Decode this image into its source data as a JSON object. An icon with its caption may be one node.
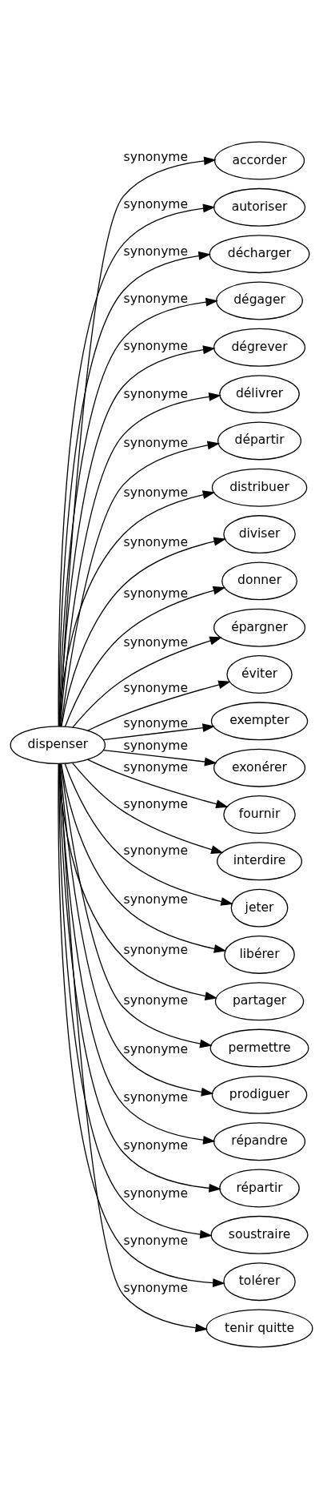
{
  "diagram": {
    "nodes": [
      {
        "text": [
          "dispenser"
        ]
      },
      {
        "text": [
          "accorder"
        ]
      },
      {
        "text": [
          "autoriser"
        ]
      },
      {
        "text": [
          "décharger"
        ]
      },
      {
        "text": [
          "dégager"
        ]
      },
      {
        "text": [
          "dégrever"
        ]
      },
      {
        "text": [
          "délivrer"
        ]
      },
      {
        "text": [
          "départir"
        ]
      },
      {
        "text": [
          "distribuer"
        ]
      },
      {
        "text": [
          "diviser"
        ]
      },
      {
        "text": [
          "donner"
        ]
      },
      {
        "text": [
          "épargner"
        ]
      },
      {
        "text": [
          "éviter"
        ]
      },
      {
        "text": [
          "exempter"
        ]
      },
      {
        "text": [
          "exonérer"
        ]
      },
      {
        "text": [
          "fournir"
        ]
      },
      {
        "text": [
          "interdire"
        ]
      },
      {
        "text": [
          "jeter"
        ]
      },
      {
        "text": [
          "libérer"
        ]
      },
      {
        "text": [
          "partager"
        ]
      },
      {
        "text": [
          "permettre"
        ]
      },
      {
        "text": [
          "prodiguer"
        ]
      },
      {
        "text": [
          "répandre"
        ]
      },
      {
        "text": [
          "répartir"
        ]
      },
      {
        "text": [
          "soustraire"
        ]
      },
      {
        "text": [
          "tolérer"
        ]
      },
      {
        "text": [
          "tenir quitte"
        ]
      }
    ],
    "edges": [
      {
        "from": 0,
        "to": 1,
        "arrow": "to",
        "label": "synonyme"
      },
      {
        "from": 0,
        "to": 2,
        "arrow": "to",
        "label": "synonyme"
      },
      {
        "from": 0,
        "to": 3,
        "arrow": "to",
        "label": "synonyme"
      },
      {
        "from": 0,
        "to": 4,
        "arrow": "to",
        "label": "synonyme"
      },
      {
        "from": 0,
        "to": 5,
        "arrow": "to",
        "label": "synonyme"
      },
      {
        "from": 0,
        "to": 6,
        "arrow": "to",
        "label": "synonyme"
      },
      {
        "from": 0,
        "to": 7,
        "arrow": "to",
        "label": "synonyme"
      },
      {
        "from": 0,
        "to": 8,
        "arrow": "to",
        "label": "synonyme"
      },
      {
        "from": 0,
        "to": 9,
        "arrow": "to",
        "label": "synonyme"
      },
      {
        "from": 0,
        "to": 10,
        "arrow": "to",
        "label": "synonyme"
      },
      {
        "from": 0,
        "to": 11,
        "arrow": "to",
        "label": "synonyme"
      },
      {
        "from": 0,
        "to": 12,
        "arrow": "to",
        "label": "synonyme"
      },
      {
        "from": 0,
        "to": 13,
        "arrow": "to",
        "label": "synonyme"
      },
      {
        "from": 0,
        "to": 14,
        "arrow": "to",
        "label": "synonyme"
      },
      {
        "from": 0,
        "to": 15,
        "arrow": "to",
        "label": "synonyme"
      },
      {
        "from": 0,
        "to": 16,
        "arrow": "to",
        "label": "synonyme"
      },
      {
        "from": 0,
        "to": 17,
        "arrow": "to",
        "label": "synonyme"
      },
      {
        "from": 0,
        "to": 18,
        "arrow": "to",
        "label": "synonyme"
      },
      {
        "from": 0,
        "to": 19,
        "arrow": "to",
        "label": "synonyme"
      },
      {
        "from": 0,
        "to": 20,
        "arrow": "to",
        "label": "synonyme"
      },
      {
        "from": 0,
        "to": 21,
        "arrow": "to",
        "label": "synonyme"
      },
      {
        "from": 0,
        "to": 22,
        "arrow": "to",
        "label": "synonyme"
      },
      {
        "from": 0,
        "to": 23,
        "arrow": "to",
        "label": "synonyme"
      },
      {
        "from": 0,
        "to": 24,
        "arrow": "to",
        "label": "synonyme"
      },
      {
        "from": 0,
        "to": 25,
        "arrow": "to",
        "label": "synonyme"
      },
      {
        "from": 0,
        "to": 26,
        "arrow": "to",
        "label": "synonyme"
      }
    ]
  }
}
